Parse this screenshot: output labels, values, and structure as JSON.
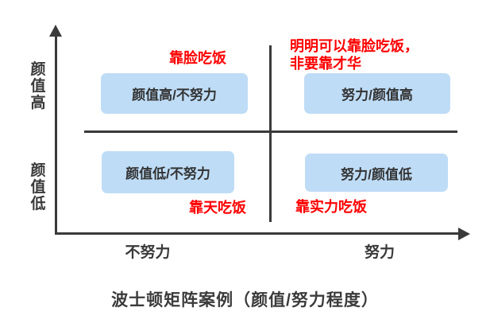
{
  "title": "波士顿矩阵案例（颜值/努力程度）",
  "colors": {
    "box_blue": "#bedcf6",
    "annotation_red": "#ff0000",
    "line_dark": "#3a3a3a"
  },
  "axes": {
    "y_axis_top_label": "颜值高",
    "y_axis_bottom_label": "颜值低",
    "x_axis_left_label": "不努力",
    "x_axis_right_label": "努力"
  },
  "quadrants": {
    "top_left": {
      "box": "颜值高/不努力",
      "note": "靠脸吃饭"
    },
    "top_right": {
      "box": "努力/颜值高",
      "note": "明明可以靠脸吃饭，\n非要靠才华"
    },
    "bottom_left": {
      "box": "颜值低/不努力",
      "note": "靠天吃饭"
    },
    "bottom_right": {
      "box": "努力/颜值低",
      "note": "靠实力吃饭"
    }
  }
}
